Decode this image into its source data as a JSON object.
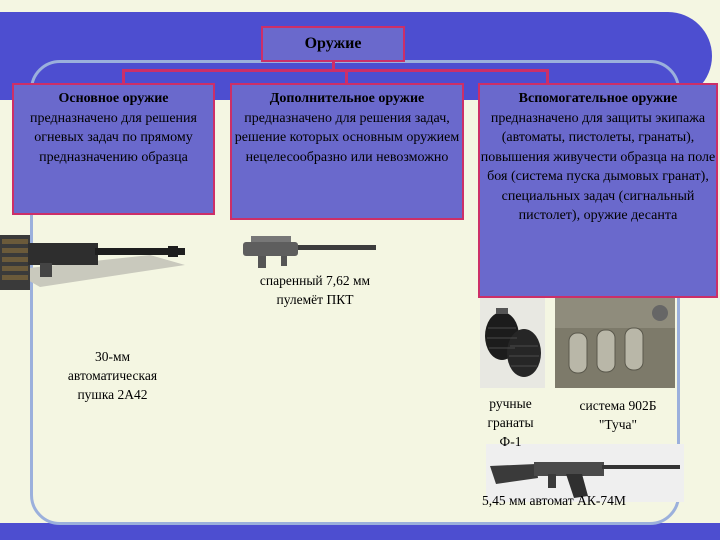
{
  "title": "Оружие",
  "categories": [
    {
      "heading": "Основное оружие",
      "body": "предназначено для решения огневых задач по прямому предназначению образца"
    },
    {
      "heading": "Дополнительное оружие",
      "body": "предназначено для решения задач, решение которых основным оружием нецелесообразно или невозможно"
    },
    {
      "heading": "Вспомогательное оружие",
      "body": "предназначено для защиты экипажа (автоматы, пистолеты, гранаты), повышения живучести образца на поле боя (система пуска дымовых гранат), специальных задач (сигнальный пистолет), оружие десанта"
    }
  ],
  "captions": {
    "cannon": "30-мм автоматическая пушка 2А42",
    "machine_gun": "спаренный 7,62 мм пулемёт ПКТ",
    "grenades": "ручные гранаты Ф-1",
    "tucha": "система 902Б \"Туча\"",
    "rifle": "5,45 мм автомат АК-74М"
  },
  "colors": {
    "banner": "#4d4ed0",
    "box_fill": "#6a69cc",
    "box_border": "#cc2f68",
    "background": "#f4f6e2"
  }
}
